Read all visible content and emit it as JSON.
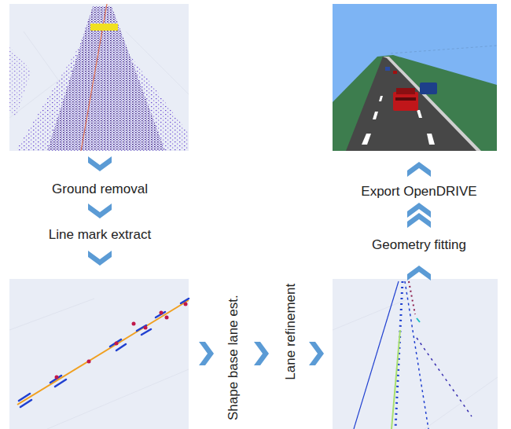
{
  "diagram": {
    "labels": [
      "Ground removal",
      "Line mark extract",
      "Shape base lane est.",
      "Lane refinement",
      "Geometry fitting",
      "Export OpenDRIVE"
    ]
  }
}
